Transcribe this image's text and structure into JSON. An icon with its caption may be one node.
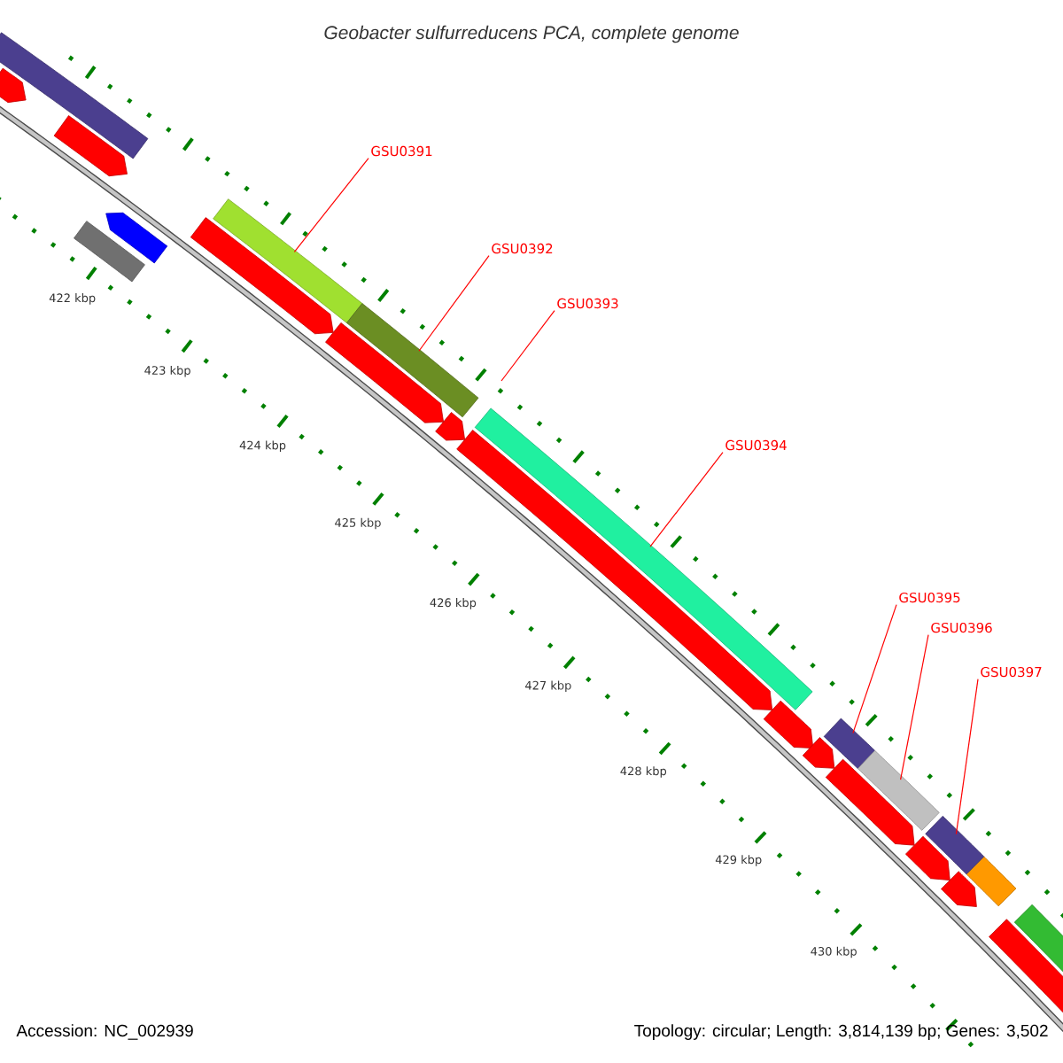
{
  "diagram": {
    "title": "Geobacter sulfurreducens PCA, complete genome",
    "nodes": [
      {
        "text": [
          "GSU0391"
        ]
      },
      {
        "text": [
          "GSU0392"
        ]
      },
      {
        "text": [
          "GSU0393"
        ]
      },
      {
        "text": [
          "GSU0394"
        ]
      },
      {
        "text": [
          "GSU0395"
        ]
      },
      {
        "text": [
          "GSU0396"
        ]
      },
      {
        "text": [
          "GSU0397"
        ]
      },
      {
        "text": [],
        "shape": "bar"
      },
      {
        "text": [],
        "shape": "bar"
      },
      {
        "text": [],
        "shape": "bar"
      },
      {
        "text": [],
        "shape": "bar"
      },
      {
        "text": [],
        "shape": "bar"
      },
      {
        "text": [],
        "shape": "bar"
      },
      {
        "text": [],
        "shape": "bar"
      }
    ],
    "edges": [
      {
        "from": 0,
        "to": 7,
        "arrow": "none"
      },
      {
        "from": 1,
        "to": 8,
        "arrow": "none"
      },
      {
        "from": 2,
        "to": null,
        "arrow": "none"
      },
      {
        "from": 3,
        "to": 9,
        "arrow": "none"
      },
      {
        "from": 4,
        "to": 10,
        "arrow": "none"
      },
      {
        "from": 5,
        "to": 11,
        "arrow": "none"
      },
      {
        "from": 6,
        "to": 12,
        "arrow": "none"
      }
    ],
    "labels": [
      "422 kbp",
      "423 kbp",
      "424 kbp",
      "425 kbp",
      "426 kbp",
      "427 kbp",
      "428 kbp",
      "429 kbp",
      "430 kbp",
      "Accession: NC_002939",
      "Topology: circular; Length: 3,814,139 bp; Genes: 3,502"
    ]
  }
}
